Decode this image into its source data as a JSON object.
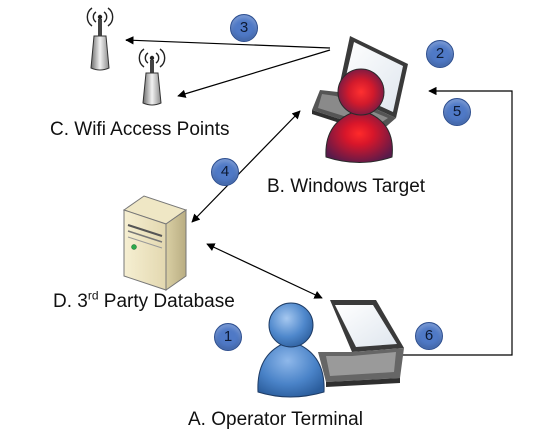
{
  "labels": {
    "wifi": "C. Wifi Access Points",
    "windows_target": "B. Windows Target",
    "database_prefix": "D. 3",
    "database_sup": "rd",
    "database_suffix": " Party Database",
    "operator": "A. Operator Terminal"
  },
  "steps": [
    "1",
    "2",
    "3",
    "4",
    "5",
    "6"
  ],
  "icons": {
    "wifi_ap_1": "wifi-access-point-icon",
    "wifi_ap_2": "wifi-access-point-icon",
    "target": "windows-target-user-laptop-icon",
    "database": "server-tower-icon",
    "operator": "operator-user-laptop-icon"
  },
  "colors": {
    "target_person": "#c81e2e",
    "operator_person": "#3f78c0",
    "badge": "#4f79c6",
    "arrow": "#000000"
  }
}
